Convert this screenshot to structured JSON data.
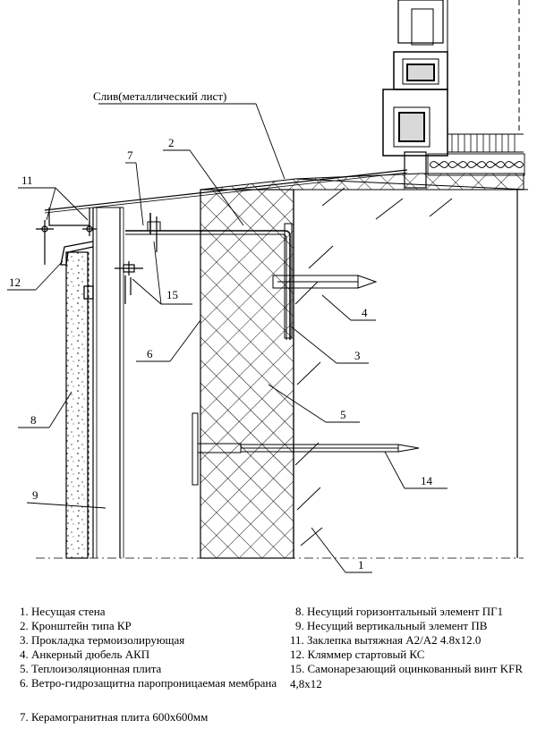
{
  "drawing": {
    "title_note": "Слив(металлический лист)",
    "callouts": [
      "1",
      "2",
      "3",
      "4",
      "5",
      "6",
      "7",
      "8",
      "9",
      "11",
      "12",
      "14",
      "15"
    ]
  },
  "legend": {
    "left": [
      "1. Несущая стена",
      "2. Кронштейн типа КР",
      "3. Прокладка термоизолирующая",
      "4. Анкерный дюбель АКП",
      "5. Теплоизоляционная плита",
      "6. Ветро-гидрозащитна паропроницаемая мембрана",
      "7. Керамогранитная плита 600х600мм"
    ],
    "right": [
      "8. Несущий горизонтальный элемент ПГ1",
      "9. Несущий вертикальный элемент ПВ",
      "11. Заклепка вытяжная А2/А2 4.8х12.0",
      "12. Кляммер  стартовый КС",
      "15. Самонарезающий оцинкованный винт KFR 4,8х12"
    ]
  }
}
